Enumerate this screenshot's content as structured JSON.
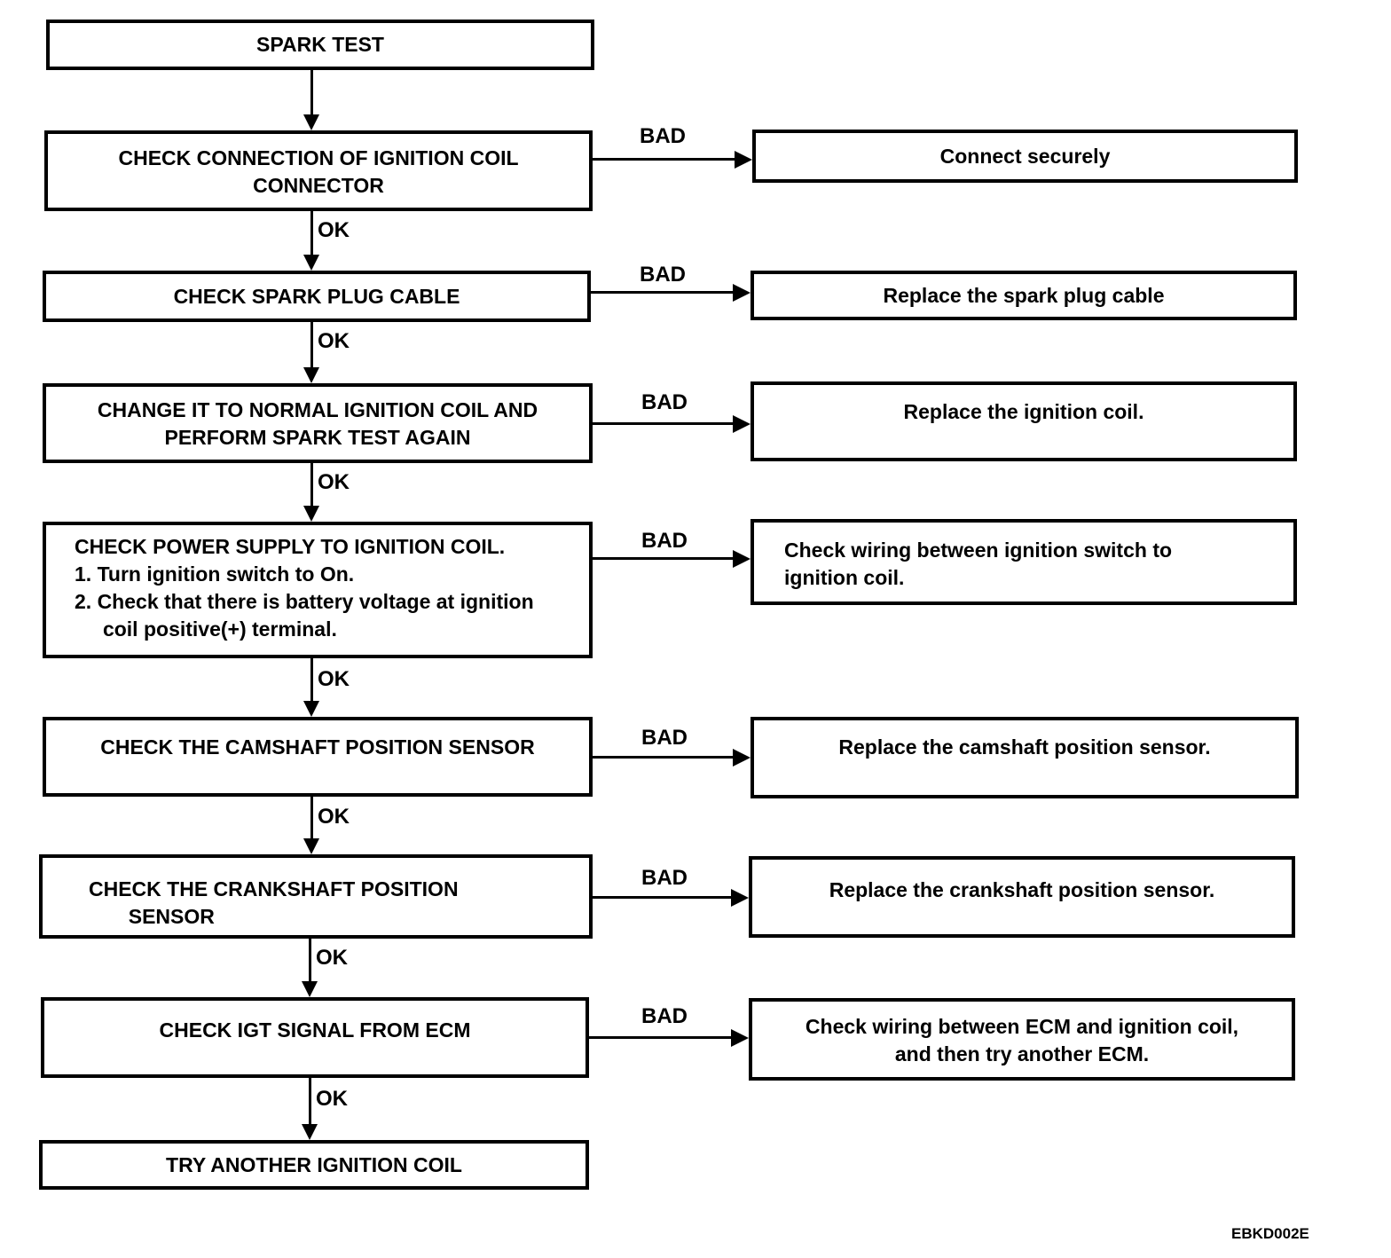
{
  "labels": {
    "ok": "OK",
    "bad": "BAD"
  },
  "figure_code": "EBKD002E",
  "colors": {
    "line": "#000000",
    "background": "#ffffff"
  },
  "steps": [
    {
      "text": "SPARK TEST"
    },
    {
      "text": "CHECK CONNECTION OF IGNITION COIL\nCONNECTOR"
    },
    {
      "text": "CHECK SPARK PLUG CABLE"
    },
    {
      "text": "CHANGE IT TO NORMAL IGNITION COIL AND\nPERFORM SPARK TEST AGAIN"
    },
    {
      "text": "CHECK POWER SUPPLY TO IGNITION COIL.\n1. Turn ignition switch to On.\n2. Check that there is battery voltage at ignition\n     coil positive(+) terminal."
    },
    {
      "text": "CHECK THE CAMSHAFT POSITION SENSOR"
    },
    {
      "text": "CHECK THE CRANKSHAFT POSITION\n       SENSOR"
    },
    {
      "text": "CHECK IGT SIGNAL FROM ECM"
    },
    {
      "text": "TRY ANOTHER IGNITION COIL"
    }
  ],
  "actions": [
    {
      "text": "Connect securely"
    },
    {
      "text": "Replace the spark plug cable"
    },
    {
      "text": "Replace the ignition coil."
    },
    {
      "text": "Check wiring between ignition switch to\nignition coil."
    },
    {
      "text": "Replace the camshaft position sensor."
    },
    {
      "text": "Replace the crankshaft position sensor."
    },
    {
      "text": "Check wiring between ECM and ignition coil,\nand then try another ECM."
    }
  ]
}
